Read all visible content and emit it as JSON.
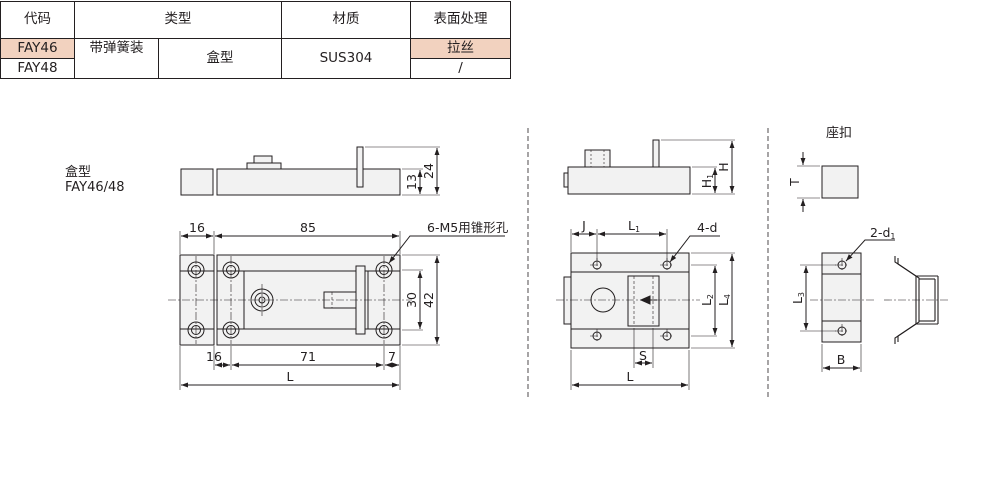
{
  "table": {
    "headers": [
      "代码",
      "类型",
      "材质",
      "表面处理"
    ],
    "rows": [
      {
        "code": "FAY46",
        "type1": "带弹簧装",
        "type2": "盒型",
        "material": "SUS304",
        "finish": "拉丝"
      },
      {
        "code": "FAY48",
        "finish": "/"
      }
    ],
    "highlight_color": "#f2d2bf"
  },
  "model": {
    "name": "盒型",
    "codes": "FAY46/48"
  },
  "seat_label": "座扣",
  "dims": {
    "d16": "16",
    "d85": "85",
    "hole_note": "6-M5用锥形孔",
    "d13": "13",
    "d24": "24",
    "d30": "30",
    "d42": "42",
    "d16b": "16",
    "d71": "71",
    "d7": "7",
    "L": "L",
    "J": "J",
    "L1": "L",
    "L1_sub": "1",
    "n4d": "4-d",
    "H": "H",
    "H1": "H",
    "H1_sub": "1",
    "L2": "L",
    "L2_sub": "2",
    "L4": "L",
    "L4_sub": "4",
    "S": "S",
    "T": "T",
    "n2d1": "2-d",
    "n2d1_sub": "1",
    "L3": "L",
    "L3_sub": "3",
    "B": "B"
  }
}
